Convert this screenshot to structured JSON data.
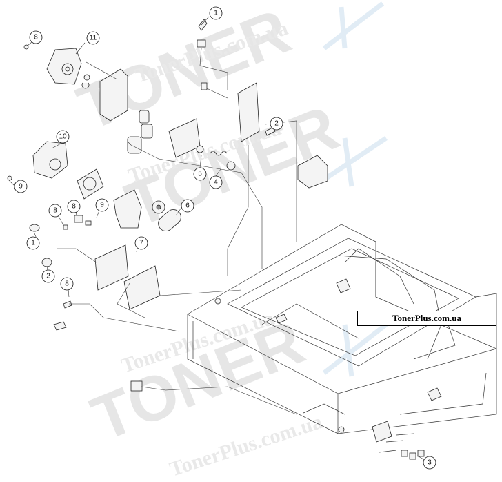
{
  "watermark": {
    "brand": "TONER",
    "site": "TonerPlus.com.ua"
  },
  "site_label": "TonerPlus.com.ua",
  "callouts": [
    {
      "id": "c1-top",
      "text": "1"
    },
    {
      "id": "c8-top",
      "text": "8"
    },
    {
      "id": "c11",
      "text": "11"
    },
    {
      "id": "c2-top",
      "text": "2"
    },
    {
      "id": "c10",
      "text": "10"
    },
    {
      "id": "c9-left",
      "text": "9"
    },
    {
      "id": "c5",
      "text": "5"
    },
    {
      "id": "c4",
      "text": "4"
    },
    {
      "id": "c6",
      "text": "6"
    },
    {
      "id": "c8-mid-a",
      "text": "8"
    },
    {
      "id": "c8-mid-b",
      "text": "8"
    },
    {
      "id": "c9-mid",
      "text": "9"
    },
    {
      "id": "c1-left",
      "text": "1"
    },
    {
      "id": "c7",
      "text": "7"
    },
    {
      "id": "c2-left",
      "text": "2"
    },
    {
      "id": "c8-low",
      "text": "8"
    },
    {
      "id": "c3",
      "text": "3"
    }
  ]
}
